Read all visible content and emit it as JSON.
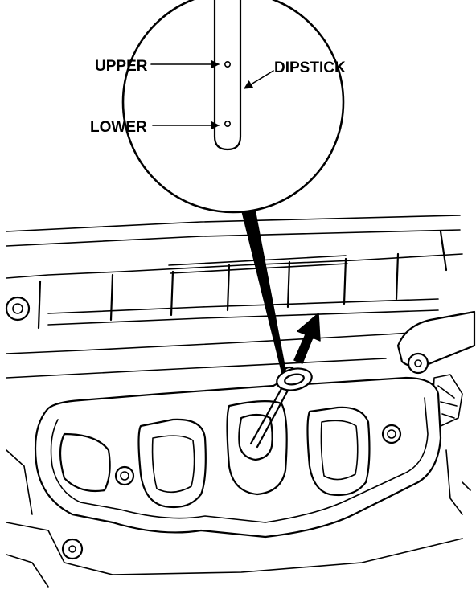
{
  "labels": {
    "upper": "UPPER",
    "lower": "LOWER",
    "dipstick": "DIPSTICK"
  },
  "colors": {
    "line": "#000000",
    "background": "#ffffff"
  },
  "icons": {
    "direction_arrow": "up-right-arrow-icon"
  }
}
